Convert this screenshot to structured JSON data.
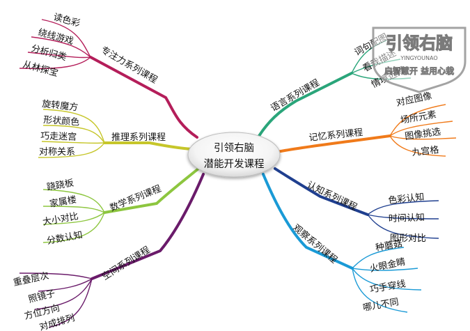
{
  "center": {
    "line1": "引领右脑",
    "line2": "潜能开发课程"
  },
  "branches": [
    {
      "id": "attention",
      "label": "专注力系列课程",
      "color": "#b41e5a",
      "items": [
        "读色彩",
        "绕线游戏",
        "分析归类",
        "从林探宝"
      ]
    },
    {
      "id": "reasoning",
      "label": "推理系列课程",
      "color": "#c6c62a",
      "items": [
        "旋转魔方",
        "形状颜色",
        "巧走迷宫",
        "对称关系"
      ]
    },
    {
      "id": "math",
      "label": "数学系列课程",
      "color": "#8dc63f",
      "items": [
        "跷跷板",
        "家属楼",
        "大小对比",
        "分数认知"
      ]
    },
    {
      "id": "space",
      "label": "空间系列课程",
      "color": "#6a1b6a",
      "items": [
        "重叠层次",
        "照镜子",
        "方位方向",
        "对成排列"
      ]
    },
    {
      "id": "language",
      "label": "语言系列课程",
      "color": "#2aa57a",
      "items": [
        "词句配图",
        "看我描述",
        "情境选择"
      ]
    },
    {
      "id": "memory",
      "label": "记忆系列课程",
      "color": "#f07a1a",
      "items": [
        "对应图像",
        "场所元素",
        "图像挑选",
        "九宫格"
      ]
    },
    {
      "id": "cognition",
      "label": "认知系列课程",
      "color": "#1f3f8f",
      "items": [
        "色彩认知",
        "时间认知",
        "图形对比"
      ]
    },
    {
      "id": "observation",
      "label": "观察系列课程",
      "color": "#1a9ad6",
      "items": [
        "种蘑菇",
        "火眼金睛",
        "巧手穿线",
        "哪儿不同"
      ]
    }
  ],
  "watermark": {
    "brand": "引领右脑",
    "pinyin": "YINGYOUNAO",
    "slogan": "启智慧开 益用心栽"
  },
  "icons": {
    "hub": "ellipse-hub-node",
    "watermark": "shield-logo-icon"
  }
}
